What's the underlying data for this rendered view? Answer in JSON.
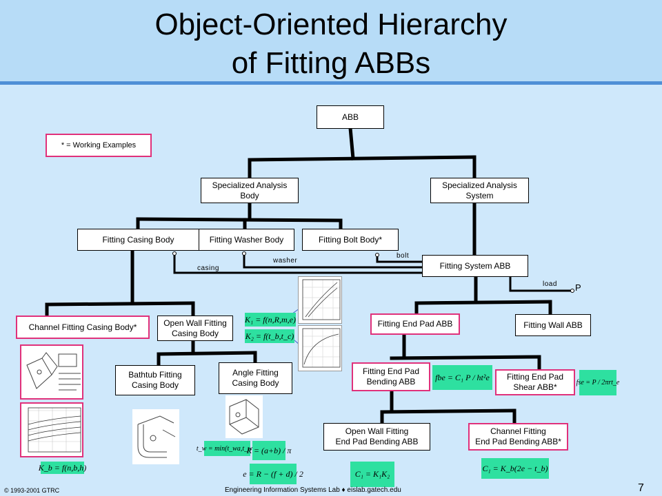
{
  "slide": {
    "title_line1": "Object-Oriented Hierarchy",
    "title_line2": "of Fitting ABBs",
    "page_number": "7",
    "copyright": "© 1993-2001  GTRC",
    "footer_lab": "Engineering Information Systems Lab ♦ eislab.gatech.edu"
  },
  "legend": {
    "working_examples": "* = Working Examples"
  },
  "nodes": {
    "abb": "ABB",
    "spec_body": "Specialized Analysis\nBody",
    "spec_system": "Specialized Analysis\nSystem",
    "casing_body": "Fitting Casing Body",
    "washer_body": "Fitting Washer Body",
    "bolt_body": "Fitting Bolt Body*",
    "system_abb": "Fitting System ABB",
    "channel_casing": "Channel Fitting Casing Body*",
    "open_wall_casing": "Open Wall Fitting\nCasing Body",
    "bathtub_casing": "Bathtub Fitting\nCasing Body",
    "angle_casing": "Angle Fitting\nCasing Body",
    "end_pad_abb": "Fitting End Pad ABB",
    "wall_abb": "Fitting Wall ABB",
    "end_pad_bending": "Fitting End Pad\nBending ABB",
    "end_pad_shear": "Fitting End Pad\nShear ABB*",
    "open_wall_bending": "Open Wall Fitting\nEnd Pad Bending ABB",
    "channel_bending": "Channel Fitting\nEnd Pad Bending ABB*"
  },
  "link_labels": {
    "casing": "casing",
    "washer": "washer",
    "bolt": "bolt",
    "load": "load",
    "p": "P"
  },
  "formulas": {
    "k1": "K₁ = f(n,R,m,e)",
    "k2": "K₂ = f(t_b,t_c)",
    "fbe": "fbe =  C₁ P / ht²e",
    "fse": "fse =  P / 2πrt_e",
    "kb": "K_b = f(n,b,h)",
    "tw": "t_w = min(t_wa,t_wb)",
    "r": "R = (a+b) / π",
    "e": "e = R − (f + d) / 2",
    "c1": "C₁ = K₁K₂",
    "c1b": "C₁ = K_b(2e − t_b)"
  }
}
